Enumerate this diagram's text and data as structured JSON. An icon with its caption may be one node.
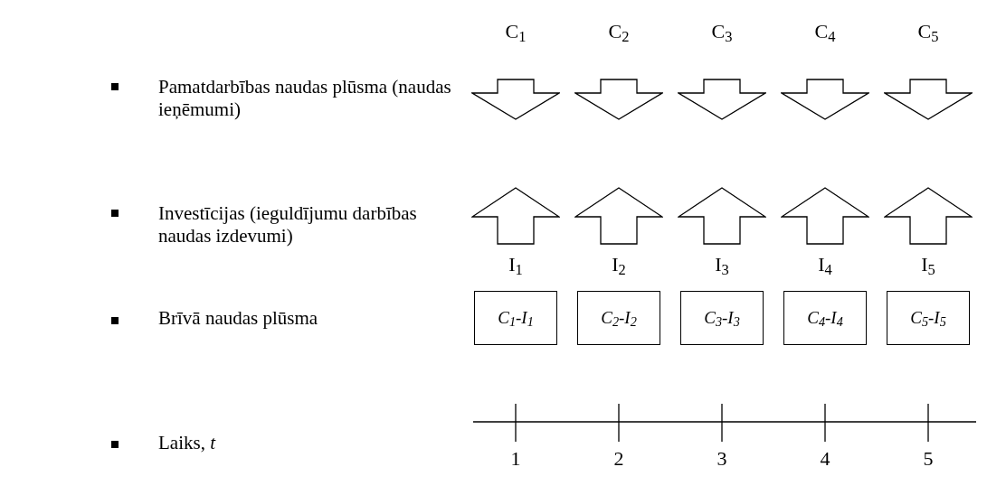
{
  "diagram": {
    "nodes": [
      {
        "text": [
          "C$_{1}$-I$_{1}$"
        ]
      },
      {
        "text": [
          "C$_{2}$-I$_{2}$"
        ]
      },
      {
        "text": [
          "C$_{3}$-I$_{3}$"
        ]
      },
      {
        "text": [
          "C$_{4}$-I$_{4}$"
        ]
      },
      {
        "text": [
          "C$_{5}$-I$_{5}$"
        ]
      }
    ],
    "labels": [
      "C$_{1}$",
      "C$_{2}$",
      "C$_{3}$",
      "C$_{4}$",
      "C$_{5}$",
      "Pamatdarbības naudas plūsma (naudas ieņēmumi)",
      "Investīcijas (ieguldījumu darbības naudas izdevumi)",
      "I$_{1}$",
      "I$_{2}$",
      "I$_{3}$",
      "I$_{4}$",
      "I$_{5}$",
      "Brīvā naudas plūsma",
      "Laiks, *t*",
      "1",
      "2",
      "3",
      "4",
      "5"
    ]
  }
}
